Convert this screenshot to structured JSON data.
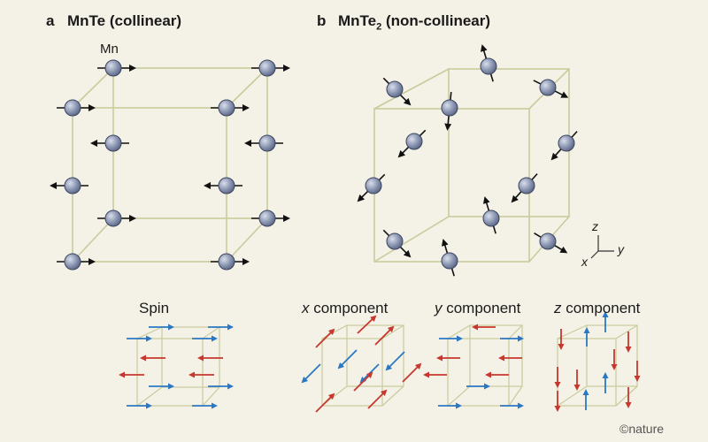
{
  "panel_a": {
    "letter": "a",
    "title": "MnTe (collinear)",
    "atom_label": "Mn"
  },
  "panel_b": {
    "letter": "b",
    "title_main": "MnTe",
    "title_sub": "2",
    "title_rest": " (non-collinear)"
  },
  "axes": {
    "z": "z",
    "y": "y",
    "x": "x"
  },
  "bottom_labels": {
    "spin": "Spin",
    "x_var": "x",
    "y_var": "y",
    "z_var": "z",
    "component_word": " component"
  },
  "credit": "©nature",
  "colors": {
    "background": "#f4f1e6",
    "cube_edge": "#c8cc9c",
    "atom_fill": "#8e99b5",
    "atom_stroke": "#3b4560",
    "spin_arrow": "#111111",
    "arrow_red": "#c8372d",
    "arrow_blue": "#2a78c3"
  }
}
